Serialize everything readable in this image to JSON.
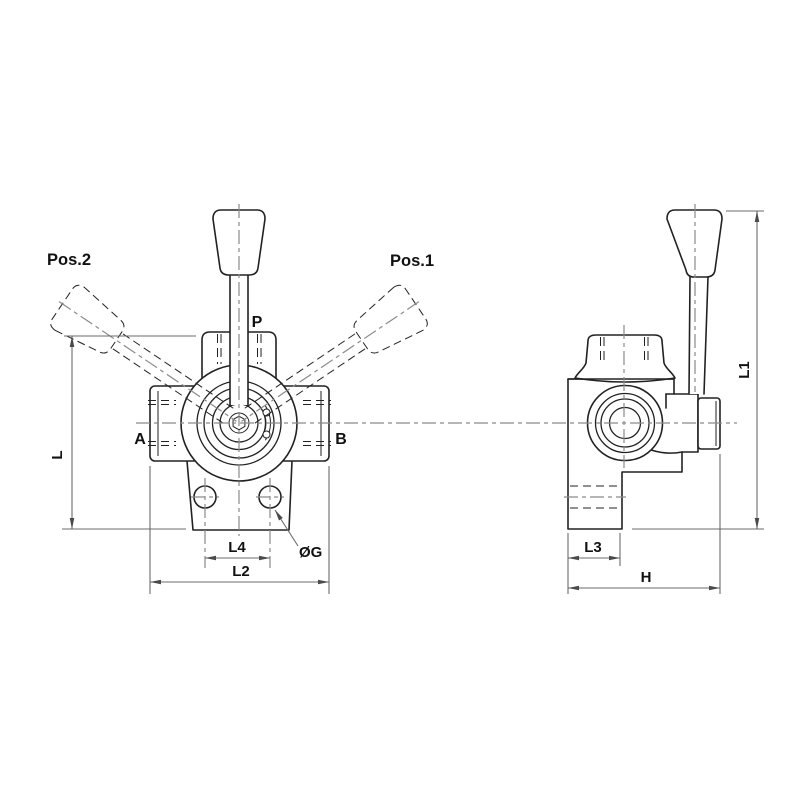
{
  "drawing": {
    "colors": {
      "background": "#ffffff",
      "object_line": "#222222",
      "dimension_line": "#6b6b6b",
      "center_line": "#8a8a8a",
      "arrow": "#4a4a4a",
      "text": "#111111"
    },
    "front_view": {
      "position_labels": {
        "pos2": "Pos.2",
        "pos1": "Pos.1"
      },
      "port_labels": {
        "p": "P",
        "a": "A",
        "b": "B"
      },
      "dimensions": {
        "l": "L",
        "l4": "L4",
        "g": "ØG",
        "l2": "L2"
      }
    },
    "side_view": {
      "dimensions": {
        "l3": "L3",
        "h": "H",
        "l1": "L1"
      }
    }
  }
}
